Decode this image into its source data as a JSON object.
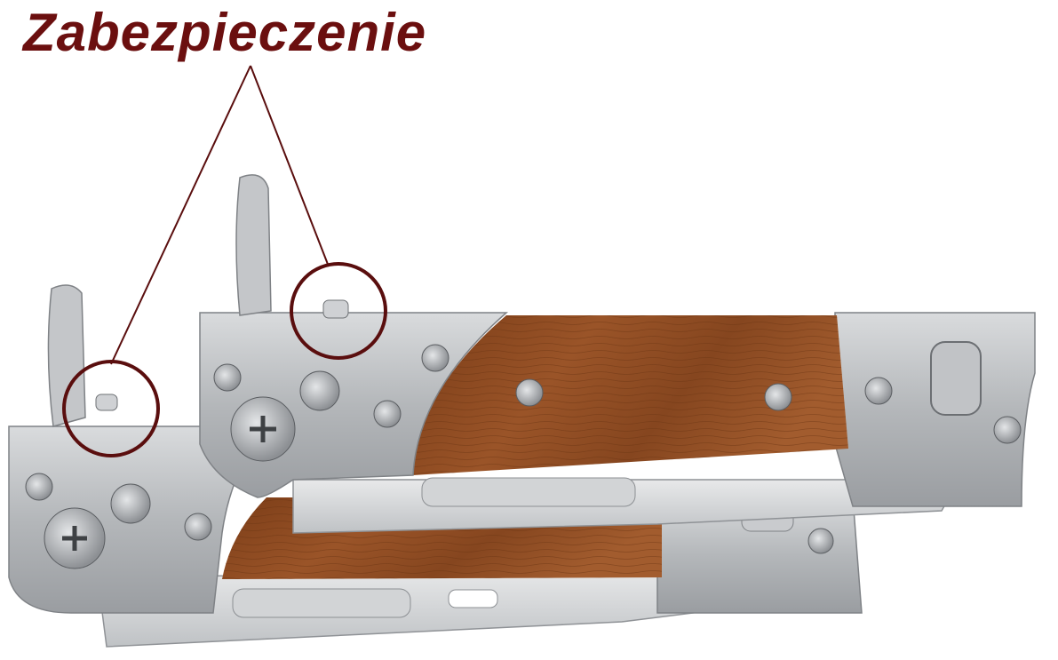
{
  "annotation": {
    "label": "Zabezpieczenie",
    "label_color": "#6b0f0f",
    "callout_color": "#5a0e0e"
  },
  "scene": {
    "background": "#ffffff",
    "objects": [
      {
        "name": "front-knife",
        "handle_wood": "#8a4a22"
      },
      {
        "name": "back-knife",
        "handle_wood": "#8e4c24"
      }
    ],
    "metal_color": "#b9bcbf"
  }
}
